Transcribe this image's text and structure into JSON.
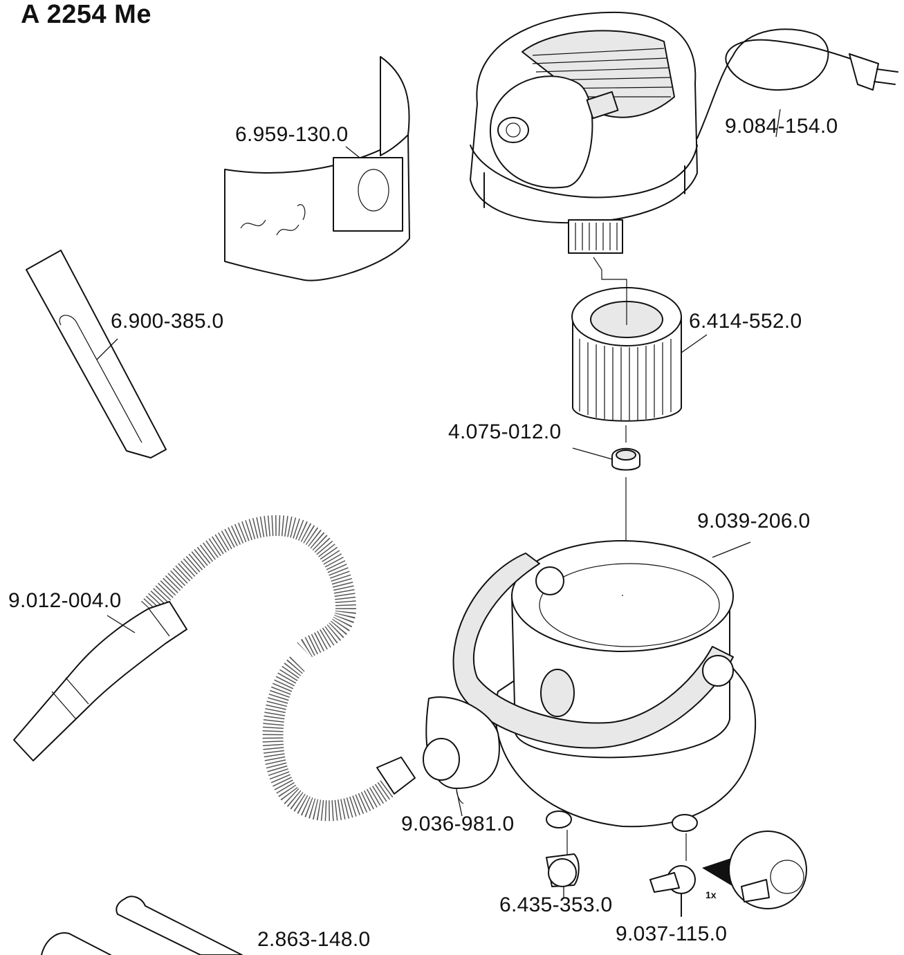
{
  "model": "A 2254 Me",
  "parts": {
    "power_cord": "9.084-154.0",
    "filter_bag": "6.959-130.0",
    "crevice_nozzle": "6.900-385.0",
    "cartridge_filter": "6.414-552.0",
    "float": "4.075-012.0",
    "container": "9.039-206.0",
    "suction_hose": "9.012-004.0",
    "hose_connector": "9.036-981.0",
    "caster": "6.435-353.0",
    "caster_with_brake": "9.037-115.0",
    "extension_tubes": "2.863-148.0"
  },
  "caster_brake_quantity": "1x"
}
